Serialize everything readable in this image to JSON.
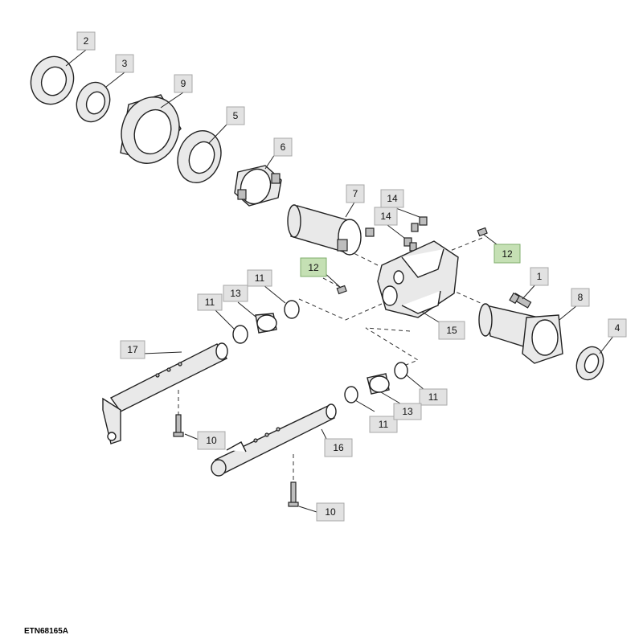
{
  "figure_code": "ETN68165A",
  "callouts": [
    {
      "label": "2",
      "highlight": false
    },
    {
      "label": "3",
      "highlight": false
    },
    {
      "label": "9",
      "highlight": false
    },
    {
      "label": "5",
      "highlight": false
    },
    {
      "label": "6",
      "highlight": false
    },
    {
      "label": "7",
      "highlight": false
    },
    {
      "label": "14",
      "highlight": false
    },
    {
      "label": "14",
      "highlight": false
    },
    {
      "label": "12",
      "highlight": true
    },
    {
      "label": "12",
      "highlight": true
    },
    {
      "label": "11",
      "highlight": false
    },
    {
      "label": "13",
      "highlight": false
    },
    {
      "label": "11",
      "highlight": false
    },
    {
      "label": "1",
      "highlight": false
    },
    {
      "label": "8",
      "highlight": false
    },
    {
      "label": "4",
      "highlight": false
    },
    {
      "label": "15",
      "highlight": false
    },
    {
      "label": "17",
      "highlight": false
    },
    {
      "label": "11",
      "highlight": false
    },
    {
      "label": "11",
      "highlight": false
    },
    {
      "label": "13",
      "highlight": false
    },
    {
      "label": "10",
      "highlight": false
    },
    {
      "label": "16",
      "highlight": false
    },
    {
      "label": "10",
      "highlight": false
    }
  ],
  "colors": {
    "callout_fill": "#e2e2e2",
    "callout_highlight": "#c5e0b4",
    "line": "#222222"
  }
}
